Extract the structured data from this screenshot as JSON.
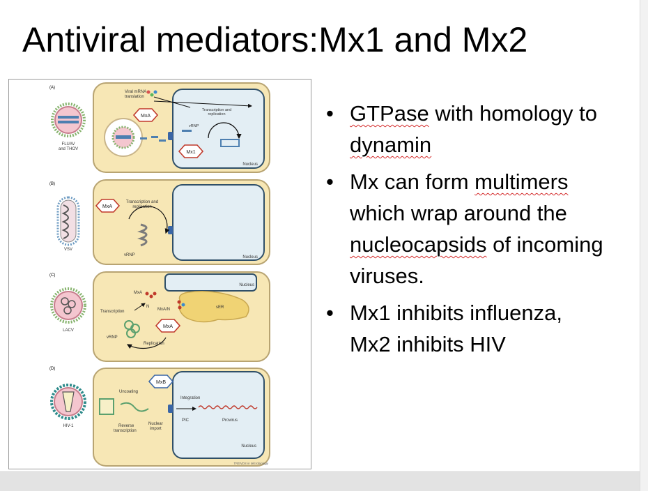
{
  "slide": {
    "title": "Antiviral mediators:Mx1 and Mx2",
    "bullets": [
      {
        "parts": [
          {
            "text": "GTPase",
            "spell": true
          },
          {
            "text": " with homology to ",
            "spell": false
          },
          {
            "text": "dynamin",
            "spell": true
          }
        ]
      },
      {
        "parts": [
          {
            "text": "Mx can form ",
            "spell": false
          },
          {
            "text": "multimers",
            "spell": true
          },
          {
            "text": " which wrap around the ",
            "spell": false
          },
          {
            "text": "nucleocapsids",
            "spell": true
          },
          {
            "text": " of incoming viruses.",
            "spell": false
          }
        ]
      },
      {
        "parts": [
          {
            "text": "Mx1 inhibits influenza, Mx2 inhibits HIV",
            "spell": false
          }
        ]
      }
    ],
    "bullet_char": "•"
  },
  "figure": {
    "panelA": {
      "tag": "(A)",
      "virus": "FLUAV",
      "virus2": "and THOV",
      "mrna": "Viral mRNA",
      "mrna2": "translation",
      "mxa": "MxA",
      "vrnp": "vRNP",
      "mx1": "Mx1",
      "trans": "Transcription and",
      "trans2": "replication",
      "nucleus": "Nucleus"
    },
    "panelB": {
      "tag": "(B)",
      "virus": "VSV",
      "mxa": "MxA",
      "trans": "Transcription and",
      "trans2": "replication",
      "vrnp": "vRNP",
      "nucleus": "Nucleus"
    },
    "panelC": {
      "tag": "(C)",
      "virus": "LACV",
      "mxa": "MxA",
      "n": "N",
      "mxan": "MxA/N",
      "trans": "Transcription",
      "mxa2": "MxA",
      "vrnp": "vRNP",
      "repl": "Replication",
      "ser": "sER",
      "nucleus": "Nucleus"
    },
    "panelD": {
      "tag": "(D)",
      "virus": "HIV-1",
      "mxb": "MxB",
      "uncoat": "Uncoating",
      "integ": "Integration",
      "pic": "PIC",
      "provirus": "Provirus",
      "rt": "Reverse",
      "rt2": "transcription",
      "import": "Nuclear",
      "import2": "import",
      "nucleus": "Nucleus"
    },
    "credit": "TRENDS in Microbiology",
    "colors": {
      "cell": "#f7e7b5",
      "cell_edge": "#b8a472",
      "nucleus": "#e3eef4",
      "nucleus_edge": "#2f4f68",
      "er": "#f0d374",
      "mx": "#c0392b"
    }
  }
}
